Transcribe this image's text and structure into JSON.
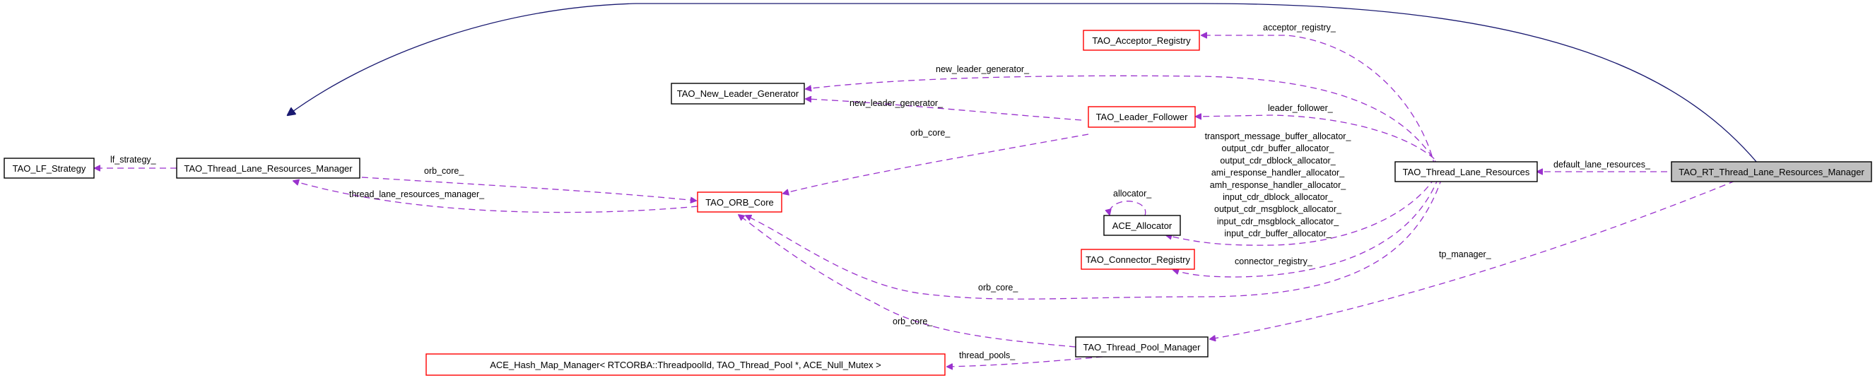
{
  "diagram": {
    "type": "collaboration-graph",
    "focus_node": "TAO_RT_Thread_Lane_Resources_Manager",
    "colors": {
      "usage_edge": "#9a32cd",
      "inheritance_edge": "#191970",
      "incomplete_node_border": "#ff0000",
      "normal_node_border": "#000000",
      "focus_node_fill": "#bfbfbf"
    },
    "nodes": {
      "lf_strategy": {
        "label": "TAO_LF_Strategy",
        "style": "normal"
      },
      "tlr_manager": {
        "label": "TAO_Thread_Lane_Resources_Manager",
        "style": "normal"
      },
      "new_leader_generator": {
        "label": "TAO_New_Leader_Generator",
        "style": "normal"
      },
      "acceptor_registry": {
        "label": "TAO_Acceptor_Registry",
        "style": "red"
      },
      "leader_follower": {
        "label": "TAO_Leader_Follower",
        "style": "red"
      },
      "orb_core": {
        "label": "TAO_ORB_Core",
        "style": "red"
      },
      "ace_allocator": {
        "label": "ACE_Allocator",
        "style": "normal"
      },
      "connector_registry": {
        "label": "TAO_Connector_Registry",
        "style": "red"
      },
      "hash_map_manager": {
        "label": "ACE_Hash_Map_Manager< RTCORBA::ThreadpoolId, TAO_Thread_Pool *, ACE_Null_Mutex >",
        "style": "red"
      },
      "thread_pool_manager": {
        "label": "TAO_Thread_Pool_Manager",
        "style": "normal"
      },
      "thread_lane_resources": {
        "label": "TAO_Thread_Lane_Resources",
        "style": "normal"
      },
      "rt_tlr_manager": {
        "label": "TAO_RT_Thread_Lane_Resources_Manager",
        "style": "focus"
      }
    },
    "edge_labels": {
      "lf_strategy": "lf_strategy_",
      "orb_core_from_tlrm": "orb_core_",
      "tlrm_from_orb": "thread_lane_resources_manager_",
      "acceptor_registry": "acceptor_registry_",
      "nlg_from_tlr": "new_leader_generator_",
      "nlg_from_lf": "new_leader_generator_",
      "lf_orb_core": "orb_core_",
      "leader_follower": "leader_follower_",
      "allocator_self": "allocator_",
      "allocators": [
        "transport_message_buffer_allocator_",
        "output_cdr_buffer_allocator_",
        "output_cdr_dblock_allocator_",
        "ami_response_handler_allocator_",
        "amh_response_handler_allocator_",
        "input_cdr_dblock_allocator_",
        "output_cdr_msgblock_allocator_",
        "input_cdr_msgblock_allocator_",
        "input_cdr_buffer_allocator_"
      ],
      "connector_registry": "connector_registry_",
      "tlr_orb_core": "orb_core_",
      "tpm_orb_core": "orb_core_",
      "thread_pools": "thread_pools_",
      "tp_manager": "tp_manager_",
      "default_lane_resources": "default_lane_resources_"
    }
  }
}
